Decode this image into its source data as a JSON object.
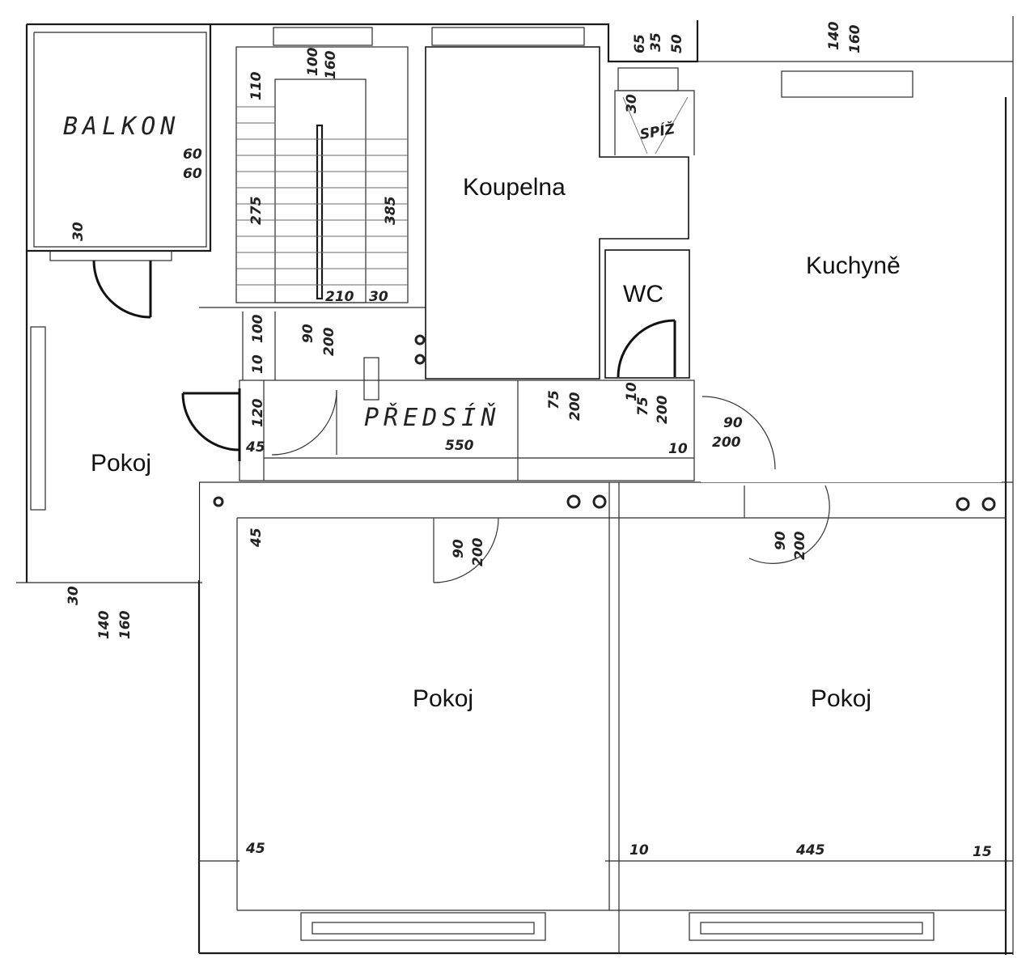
{
  "plan": {
    "balcony_label": "BALKON",
    "hall_label": "PŘEDSÍŇ",
    "pantry_label": "SPÍŽ",
    "rooms": {
      "bathroom": "Koupelna",
      "wc": "WC",
      "kitchen": "Kuchyně",
      "room_left": "Pokoj",
      "room_middle": "Pokoj",
      "room_right": "Pokoj"
    },
    "dimensions": {
      "balkon_60a": "60",
      "balkon_60b": "60",
      "balkon_30": "30",
      "left_30": "30",
      "left_140": "140",
      "left_160": "160",
      "stair_110": "110",
      "stair_100": "100",
      "stair_160": "160",
      "stair_275": "275",
      "stair_385": "385",
      "stair_210": "210",
      "stair_30": "30",
      "landing_100": "100",
      "landing_90": "90",
      "landing_200": "200",
      "hall_10": "10",
      "hall_120": "120",
      "hall_45": "45",
      "hall_550": "550",
      "bath_75": "75",
      "bath_200": "200",
      "wc_10": "10",
      "wc_75": "75",
      "wc_200": "200",
      "door_10": "10",
      "door_90": "90",
      "door_200": "200",
      "top_65": "65",
      "top_35": "35",
      "top_50": "50",
      "spiz_30": "30",
      "kitchen_140": "140",
      "kitchen_160": "160",
      "mid_45": "45",
      "mid_door_90": "90",
      "mid_door_200": "200",
      "right_door_90": "90",
      "right_door_200": "200",
      "bottom_45": "45",
      "bottom_10": "10",
      "bottom_445": "445",
      "bottom_15": "15"
    }
  }
}
